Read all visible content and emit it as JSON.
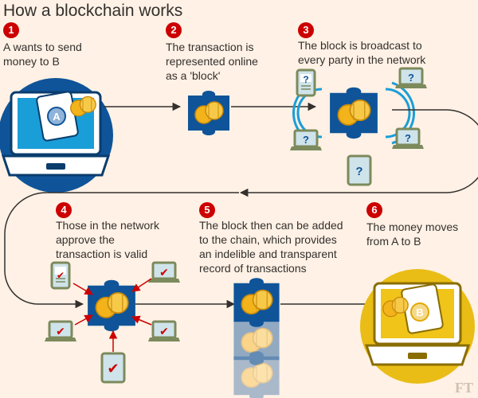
{
  "title": "How a blockchain works",
  "steps": [
    {
      "num": "1",
      "lines": [
        "A wants to send",
        "money to B"
      ]
    },
    {
      "num": "2",
      "lines": [
        "The transaction is",
        "represented online",
        "as a 'block'"
      ]
    },
    {
      "num": "3",
      "lines": [
        "The block is broadcast to",
        "every party in the network"
      ]
    },
    {
      "num": "4",
      "lines": [
        "Those in the network",
        "approve the",
        "transaction is valid"
      ]
    },
    {
      "num": "5",
      "lines": [
        "The block then can be added",
        "to the chain, which provides",
        "an indelible and transparent",
        "record of transactions"
      ]
    },
    {
      "num": "6",
      "lines": [
        "The money moves",
        "from A to B"
      ]
    }
  ],
  "party_a_label": "A",
  "party_b_label": "B",
  "network_mark": "?",
  "approval_mark": "✔",
  "watermark": "FT",
  "colors": {
    "background": "#fff1e5",
    "blue": "#0f5499",
    "dark_blue": "#0a3d6e",
    "cyan": "#1a9ed8",
    "gold": "#f2b31b",
    "yellow": "#f0c419",
    "red": "#cc0000",
    "device_fill": "#cfe3ea",
    "device_frame": "#7c8a5c",
    "text": "#33302e"
  }
}
